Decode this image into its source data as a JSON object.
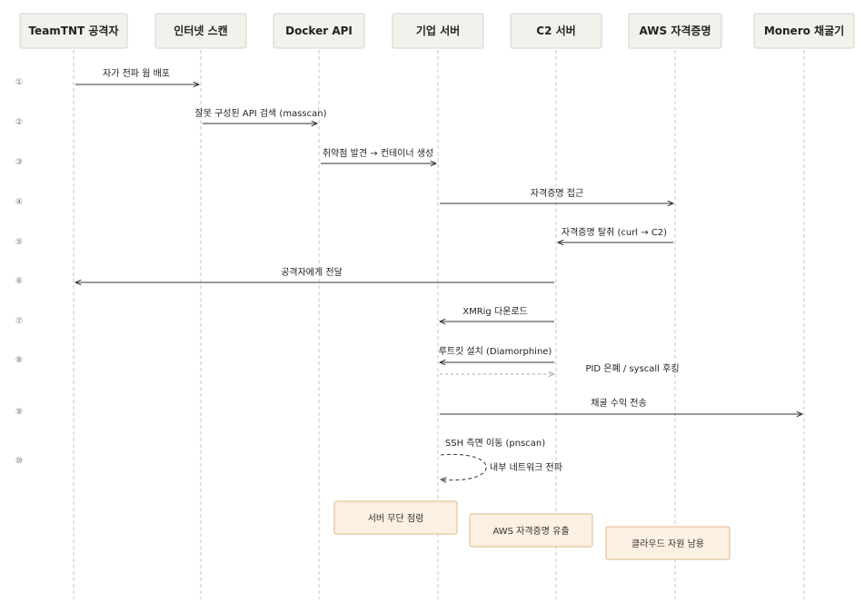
{
  "actors": [
    {
      "id": "attacker",
      "label": "TeamTNT 공격자"
    },
    {
      "id": "scan",
      "label": "인터넷 스캔"
    },
    {
      "id": "docker",
      "label": "Docker API"
    },
    {
      "id": "server",
      "label": "기업 서버"
    },
    {
      "id": "c2",
      "label": "C2 서버"
    },
    {
      "id": "aws",
      "label": "AWS 자격증명"
    },
    {
      "id": "monero",
      "label": "Monero 채굴기"
    }
  ],
  "steps": [
    "①",
    "②",
    "③",
    "④",
    "⑤",
    "⑥",
    "⑦",
    "⑧",
    "⑨",
    "⑩"
  ],
  "messages": [
    {
      "from": "attacker",
      "to": "scan",
      "label": "자가 전파 웜 배포"
    },
    {
      "from": "scan",
      "to": "docker",
      "label": "잘못 구성된 API 검색 (masscan)"
    },
    {
      "from": "docker",
      "to": "server",
      "label": "취약점 발견 → 컨테이너 생성"
    },
    {
      "from": "server",
      "to": "aws",
      "label": "자격증명 접근"
    },
    {
      "from": "aws",
      "to": "c2",
      "label": "자격증명 탈취 (curl → C2)"
    },
    {
      "from": "c2",
      "to": "attacker",
      "label": "공격자에게 전달"
    },
    {
      "from": "c2",
      "to": "server",
      "label": "XMRig 다운로드"
    },
    {
      "from": "c2",
      "to": "server",
      "label": "루트킷 설치 (Diamorphine)"
    },
    {
      "from": "server",
      "to": "c2",
      "label": "PID 은폐 / syscall 후킹",
      "dashed": true
    },
    {
      "from": "server",
      "to": "monero",
      "label": "채굴 수익 전송"
    },
    {
      "from": "server",
      "to": "server",
      "label": "SSH 측면 이동 (pnscan)"
    }
  ],
  "self_note": "내부 네트워크 전파",
  "outcomes": [
    "서버 무단 점령",
    "AWS 자격증명 유출",
    "클라우드 자원 남용"
  ],
  "colors": {
    "actor_fill": "#f2f1ec",
    "note_fill": "#fbf0e1",
    "note_border": "#e0b98c",
    "lifeline": "#c4c4c4"
  }
}
